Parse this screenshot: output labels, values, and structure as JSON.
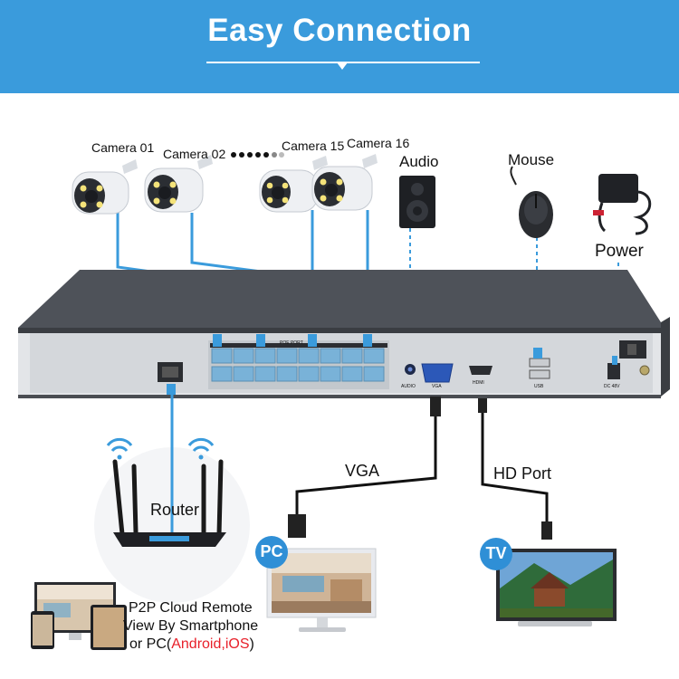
{
  "header": {
    "title": "Easy Connection"
  },
  "cameras": [
    {
      "label": "Camera 01"
    },
    {
      "label": "Camera 02"
    },
    {
      "label": "Camera 15"
    },
    {
      "label": "Camera 16"
    }
  ],
  "devices": {
    "audio": "Audio",
    "mouse": "Mouse",
    "power": "Power",
    "router": "Router",
    "pc_badge": "PC",
    "tv_badge": "TV"
  },
  "nvr": {
    "port_strip_label": "POE PORT",
    "audio_port": "AUDIO",
    "vga_port": "VGA",
    "hdmi_port": "HDMI",
    "usb_port": "USB",
    "dc_port": "DC 48V"
  },
  "cables": {
    "vga": "VGA",
    "hd": "HD Port"
  },
  "remote": {
    "line1": "P2P Cloud Remote",
    "line2": "View By Smartphone",
    "line3_prefix": "or PC(",
    "line3_highlight": "Android,iOS",
    "line3_suffix": ")",
    "highlight_color": "#e8202a"
  },
  "colors": {
    "banner": "#3a9bdc",
    "cable_blue": "#3a9bdc",
    "badge": "#2f8fd6"
  }
}
